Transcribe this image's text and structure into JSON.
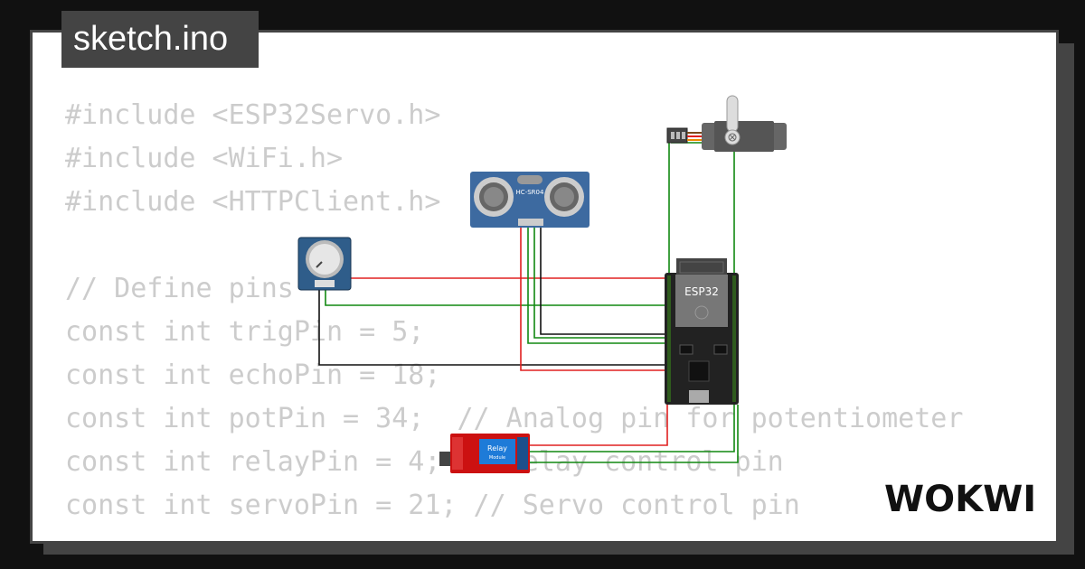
{
  "file_tab": {
    "label": "sketch.ino"
  },
  "code_lines": [
    "#include <ESP32Servo.h>",
    "#include <WiFi.h>",
    "#include <HTTPClient.h>",
    "",
    "// Define pins",
    "const int trigPin = 5;",
    "const int echoPin = 18;",
    "const int potPin = 34;  // Analog pin for potentiometer",
    "const int relayPin = 4; // Relay control pin",
    "const int servoPin = 21; // Servo control pin"
  ],
  "components": {
    "ultrasonic_label": "HC-SR04",
    "mcu_label": "ESP32",
    "relay_label": "Relay",
    "relay_sublabel": "Module"
  },
  "brand": {
    "logo_text": "WOKWI"
  },
  "colors": {
    "page_bg": "#111111",
    "frame": "#444444",
    "code_text": "#cccccc",
    "wire_red": "#e02020",
    "wire_green": "#118811",
    "wire_black": "#111111",
    "sensor_blue": "#3d6aa0",
    "relay_red": "#cc1111"
  }
}
